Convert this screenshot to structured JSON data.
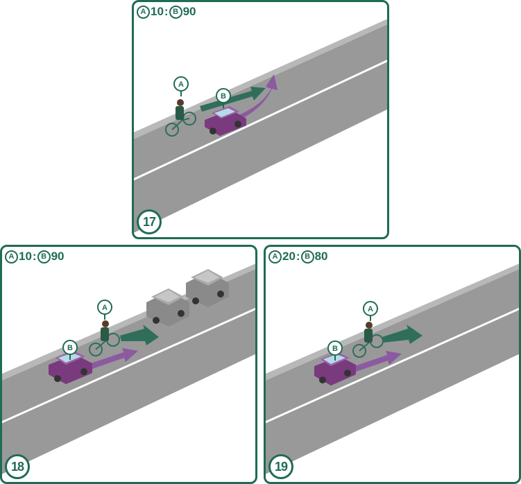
{
  "panels": [
    {
      "number": "17",
      "ratio": {
        "a_label": "A",
        "a_value": "10",
        "separator": ":",
        "b_label": "B",
        "b_value": "90"
      },
      "markers": {
        "a": "A",
        "b": "B"
      }
    },
    {
      "number": "18",
      "ratio": {
        "a_label": "A",
        "a_value": "10",
        "separator": ":",
        "b_label": "B",
        "b_value": "90"
      },
      "markers": {
        "a": "A",
        "b": "B"
      }
    },
    {
      "number": "19",
      "ratio": {
        "a_label": "A",
        "a_value": "20",
        "separator": ":",
        "b_label": "B",
        "b_value": "80"
      },
      "markers": {
        "a": "A",
        "b": "B"
      }
    }
  ],
  "colors": {
    "frame": "#1f6b55",
    "road": "#999999",
    "road_edge": "#b8b8b8",
    "lane_line": "#ffffff",
    "car_purple": "#7a3a7e",
    "car_gray": "#8a8a8a",
    "arrow_purple": "#8c5aa0",
    "arrow_green": "#2f6e5a",
    "rider_jacket": "#2a5a45"
  }
}
